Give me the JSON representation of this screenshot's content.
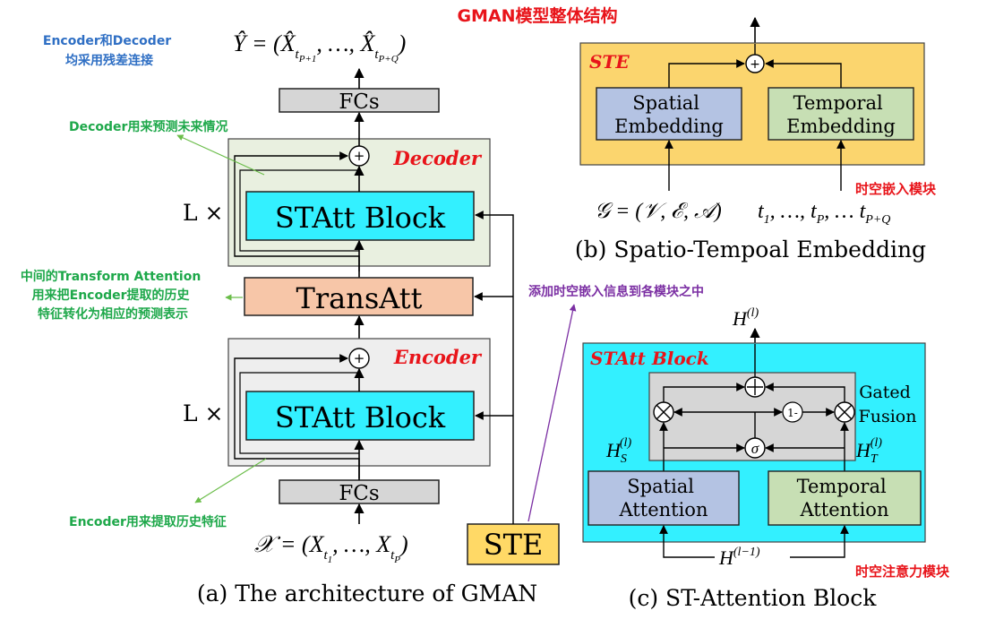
{
  "title": "GMAN模型整体结构",
  "colors": {
    "red": "#e8141a",
    "green": "#1ea84a",
    "purple": "#7b2fa3",
    "blue_note": "#2f6fc4",
    "fcs": "#d6d6d6",
    "block_cyan": "#33f0ff",
    "transatt": "#f7c6a8",
    "ste": "#ffd966",
    "ste_panel": "#fbd56e",
    "spatial": "#b4c3e3",
    "temporal": "#c7dfb4",
    "decoder_bg": "#e9f0e0",
    "encoder_bg": "#eeeeee",
    "statt_panel": "#33f0ff",
    "gated_bg": "#d6d6d6"
  },
  "panel_a": {
    "note_residual": "Encoder和Decoder\n均采用残差连接",
    "output_formula": "Ŷ = (X̂tP+1, …, X̂tP+Q)",
    "fcs_top": "FCs",
    "decoder_label": "Decoder",
    "decoder_note": "Decoder用来预测未来情况",
    "l_times_top": "L ×",
    "statt_top": "STAtt Block",
    "transatt": "TransAtt",
    "transatt_note": "中间的Transform Attention\n用来把Encoder提取的历史\n特征转化为相应的预测表示",
    "encoder_label": "Encoder",
    "l_times_bottom": "L ×",
    "statt_bottom": "STAtt Block",
    "fcs_bottom": "FCs",
    "encoder_note": "Encoder用来提取历史特征",
    "input_formula": "𝒳 = (Xt1, …, XtP)",
    "ste": "STE",
    "caption": "(a) The architecture of GMAN",
    "plus": "+"
  },
  "panel_b": {
    "ste_label": "STE",
    "spatial": "Spatial\nEmbedding",
    "temporal": "Temporal\nEmbedding",
    "graph_formula": "𝒢 = (𝒱, ℰ, 𝒜)",
    "time_formula": "t1, …, tP, … tP+Q",
    "note_embed": "时空嵌入模块",
    "caption": "(b) Spatio-Tempoal Embedding",
    "plus": "+"
  },
  "panel_c": {
    "note_add": "添加时空嵌入信息到各模块之中",
    "output": "H(l)",
    "block_label": "STAtt Block",
    "gated": "Gated\nFusion",
    "hs": "HS(l)",
    "ht": "HT(l)",
    "one_minus": "1-",
    "sigma": "σ",
    "spatial": "Spatial\nAttention",
    "temporal": "Temporal\nAttention",
    "input": "H(l−1)",
    "note_attn": "时空注意力模块",
    "caption": "(c) ST-Attention Block"
  }
}
